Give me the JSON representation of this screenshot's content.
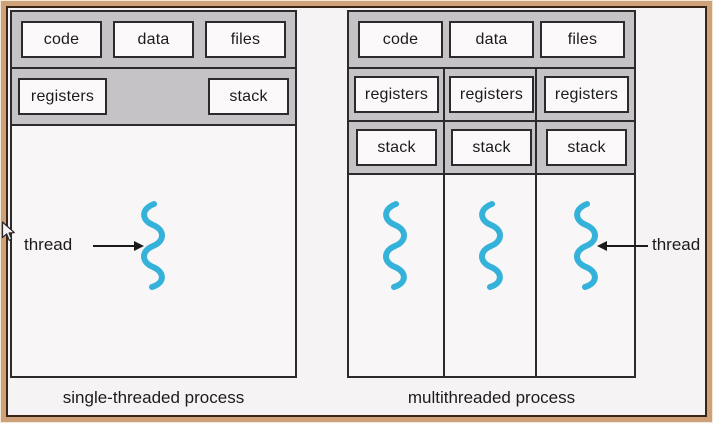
{
  "left_panel": {
    "caption": "single-threaded process",
    "boxes": {
      "code": "code",
      "data": "data",
      "files": "files",
      "registers": "registers",
      "stack": "stack"
    },
    "thread_label": "thread"
  },
  "right_panel": {
    "caption": "multithreaded process",
    "top_boxes": {
      "code": "code",
      "data": "data",
      "files": "files"
    },
    "columns": [
      {
        "registers": "registers",
        "stack": "stack"
      },
      {
        "registers": "registers",
        "stack": "stack"
      },
      {
        "registers": "registers",
        "stack": "stack"
      }
    ],
    "thread_label": "thread"
  },
  "colors": {
    "thread_squiggle": "#35b2da",
    "frame_tan": "#cfa178",
    "frame_inner_line": "#3a2416",
    "band_gray": "#c6c3c7",
    "box_fill": "#fbf9fa",
    "page_bg": "#f6f3f4",
    "line_dark": "#2d2a2d"
  }
}
